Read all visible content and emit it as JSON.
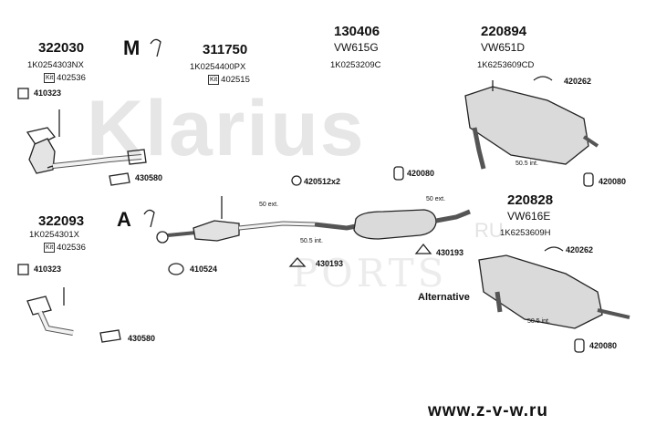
{
  "watermark": {
    "brand": "Klarius",
    "ports": "PORTS",
    "ru": "RU"
  },
  "footer": {
    "url": "www.z-v-w.ru"
  },
  "parts": {
    "p322030": {
      "number": "322030",
      "code": "1K0254303NX",
      "kit_label": "Kit",
      "kit": "402536"
    },
    "p311750": {
      "number": "311750",
      "code": "1K0254400PX",
      "kit_label": "Kit",
      "kit": "402515"
    },
    "p130406": {
      "number": "130406",
      "model": "VW615G",
      "code": "1K0253209C"
    },
    "p220894": {
      "number": "220894",
      "model": "VW651D",
      "code": "1K6253609CD"
    },
    "p322093": {
      "number": "322093",
      "code": "1K0254301X",
      "kit_label": "Kit",
      "kit": "402536"
    },
    "p220828": {
      "number": "220828",
      "model": "VW616E",
      "code": "1K6253609H"
    }
  },
  "accessories": {
    "a410323_top": "410323",
    "a430580_top": "430580",
    "a420512": "420512x2",
    "a420080_mid": "420080",
    "a420262_top": "420262",
    "a420080_right": "420080",
    "a410323_bottom": "410323",
    "a410524": "410524",
    "a430193_left": "430193",
    "a430193_right": "430193",
    "a420262_bottom": "420262",
    "a430580_bottom": "430580",
    "a420080_bottom": "420080"
  },
  "dimensions": {
    "d50ext_left": "50 ext.",
    "d50ext_right": "50 ext.",
    "d505_mid": "50.5 int.",
    "d505_top": "50.5 int.",
    "d505_bottom": "50.5 int."
  },
  "variants": {
    "manual": "M",
    "automatic": "A"
  },
  "alternative": "Alternative",
  "colors": {
    "line": "#222222",
    "watermark": "#e6e6e6"
  }
}
